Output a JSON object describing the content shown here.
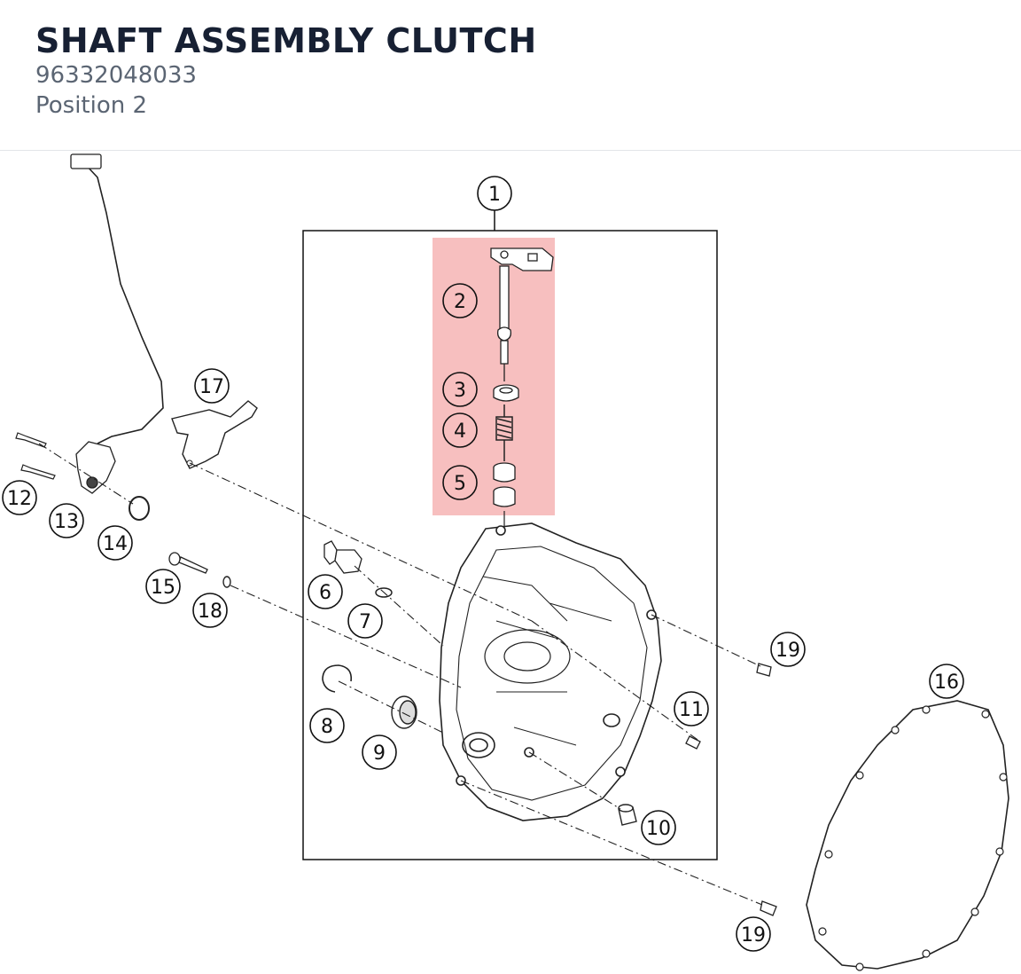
{
  "header": {
    "title": "SHAFT ASSEMBLY CLUTCH",
    "part_number": "96332048033",
    "position": "Position 2"
  },
  "diagram": {
    "highlight_color": "#f08a8a",
    "callouts": [
      {
        "id": "c1",
        "label": "1"
      },
      {
        "id": "c2",
        "label": "2"
      },
      {
        "id": "c3",
        "label": "3"
      },
      {
        "id": "c4",
        "label": "4"
      },
      {
        "id": "c5",
        "label": "5"
      },
      {
        "id": "c6",
        "label": "6"
      },
      {
        "id": "c7",
        "label": "7"
      },
      {
        "id": "c8",
        "label": "8"
      },
      {
        "id": "c9",
        "label": "9"
      },
      {
        "id": "c10",
        "label": "10"
      },
      {
        "id": "c11",
        "label": "11"
      },
      {
        "id": "c12",
        "label": "12"
      },
      {
        "id": "c13",
        "label": "13"
      },
      {
        "id": "c14",
        "label": "14"
      },
      {
        "id": "c15",
        "label": "15"
      },
      {
        "id": "c16",
        "label": "16"
      },
      {
        "id": "c17",
        "label": "17"
      },
      {
        "id": "c18",
        "label": "18"
      },
      {
        "id": "c19a",
        "label": "19"
      },
      {
        "id": "c19b",
        "label": "19"
      }
    ]
  }
}
